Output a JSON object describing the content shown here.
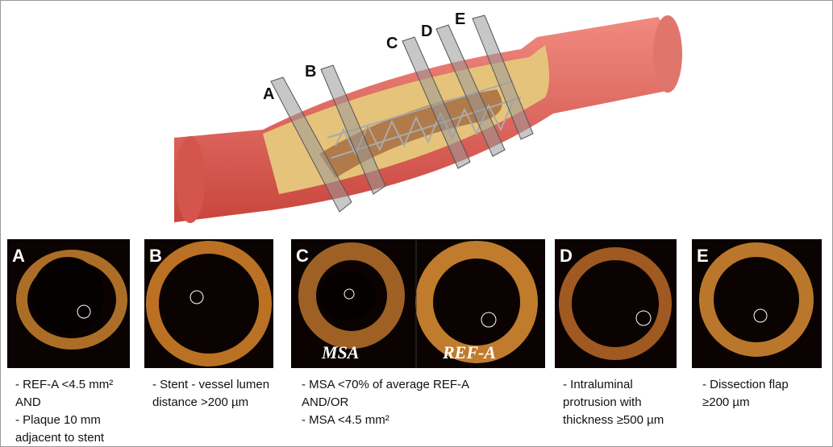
{
  "plane_labels": [
    "A",
    "B",
    "C",
    "D",
    "E"
  ],
  "panels": [
    {
      "tag": "A",
      "caption": [
        "- REF-A <4.5 mm²",
        "AND",
        "- Plaque 10 mm",
        "adjacent  to stent"
      ]
    },
    {
      "tag": "B",
      "caption": [
        "- Stent - vessel lumen",
        "distance >200 µm"
      ]
    },
    {
      "tag": "C",
      "image_labels": [
        "MSA",
        "REF-A"
      ],
      "caption": [
        "- MSA <70% of average REF-A",
        "AND/OR",
        "- MSA <4.5 mm²"
      ]
    },
    {
      "tag": "D",
      "caption": [
        "- Intraluminal",
        "protrusion with",
        "thickness ≥500 µm"
      ]
    },
    {
      "tag": "E",
      "caption": [
        "- Dissection flap",
        "≥200 µm"
      ]
    }
  ],
  "colors": {
    "vessel": "#e8655a",
    "lumen": "#e9c77a",
    "oct": "#e0902f"
  }
}
